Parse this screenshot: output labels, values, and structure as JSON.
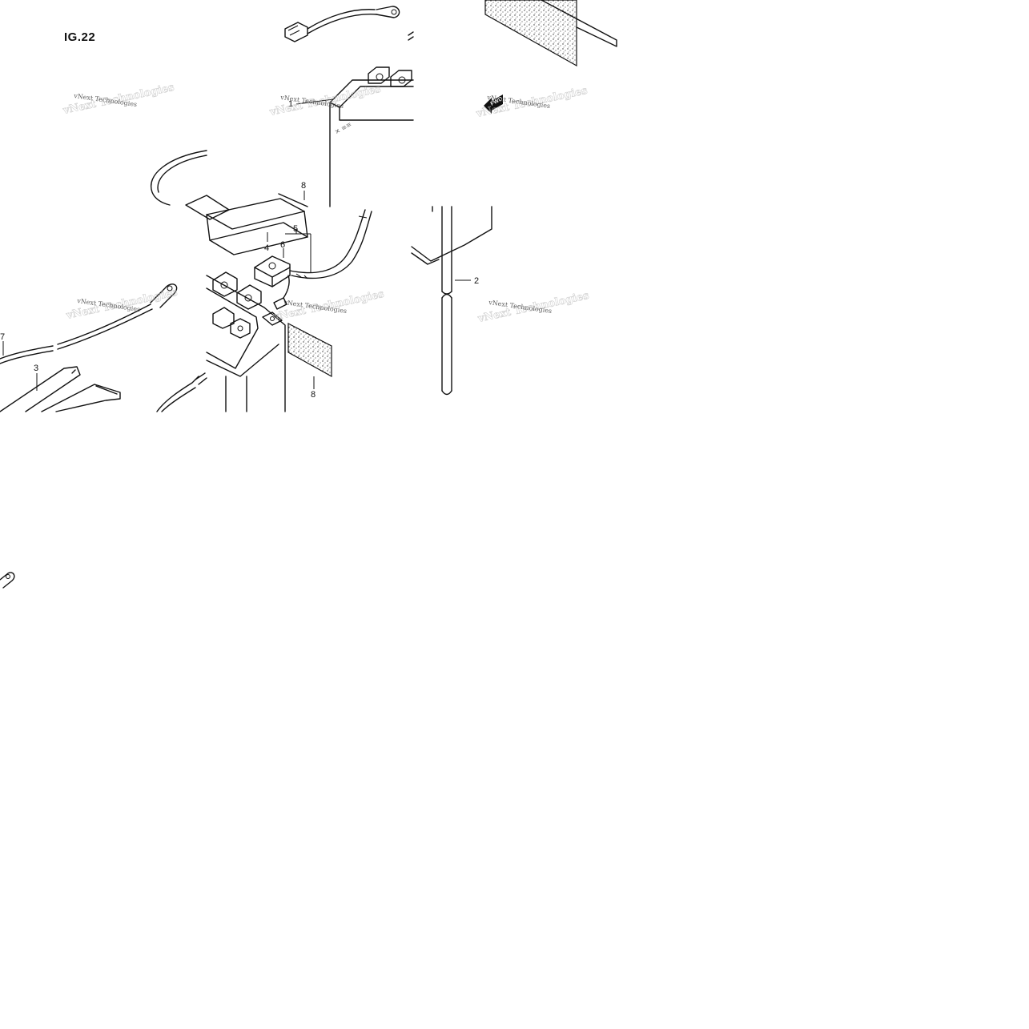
{
  "figure": {
    "title": "IG.22"
  },
  "watermark": {
    "text": "vNext Technologies",
    "ghost_text": "vNext Technologies"
  },
  "direction_marker": {
    "label": "FWD",
    "icon": "forward-arrow-icon"
  },
  "callouts": [
    {
      "id": "c1",
      "label": "1"
    },
    {
      "id": "c2",
      "label": "2"
    },
    {
      "id": "c3",
      "label": "3"
    },
    {
      "id": "c4",
      "label": "4"
    },
    {
      "id": "c5",
      "label": "5"
    },
    {
      "id": "c6",
      "label": "6"
    },
    {
      "id": "c7",
      "label": "7"
    },
    {
      "id": "c8a",
      "label": "8"
    },
    {
      "id": "c8b",
      "label": "8"
    }
  ]
}
